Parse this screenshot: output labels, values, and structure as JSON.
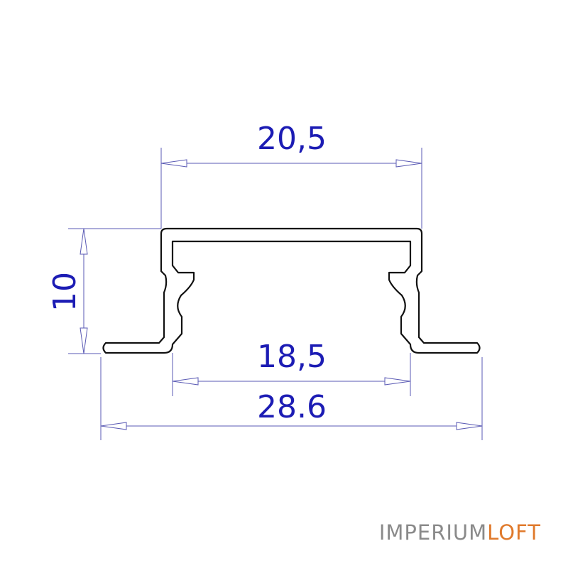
{
  "dimensions": {
    "top_width": "20,5",
    "height": "10",
    "inner_width": "18,5",
    "total_width": "28.6"
  },
  "brand": {
    "part1": "IMPERIUM",
    "part2": "LOFT"
  },
  "colors": {
    "dimension_text": "#1c1cb4",
    "dimension_line": "#5a5ab4",
    "profile_stroke": "#111111",
    "brand_gray": "#8a8a8a",
    "brand_orange": "#e07a2c"
  }
}
